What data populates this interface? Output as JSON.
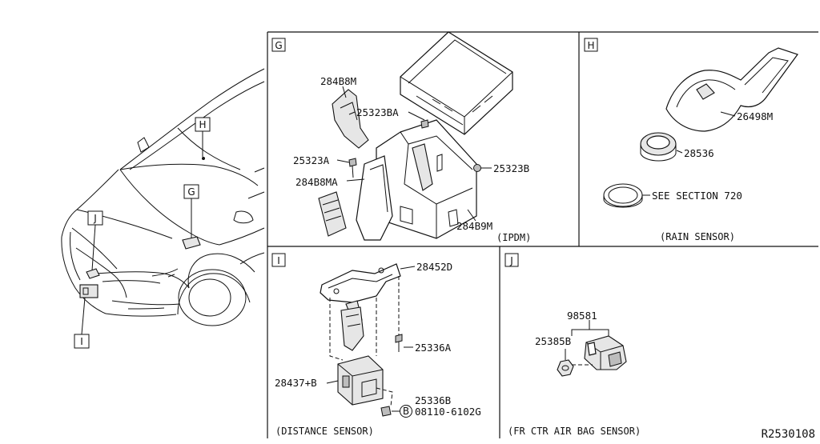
{
  "car": {
    "callouts": [
      "H",
      "G",
      "J",
      "I"
    ]
  },
  "panels": {
    "G": {
      "letter": "G",
      "caption": "(IPDM)",
      "parts": [
        "284B8M",
        "25323BA",
        "25323A",
        "284B8MA",
        "25323B",
        "284B9M"
      ]
    },
    "H": {
      "letter": "H",
      "caption": "(RAIN SENSOR)",
      "parts": [
        "26498M",
        "28536",
        "SEE SECTION 720"
      ]
    },
    "I": {
      "letter": "I",
      "caption": "(DISTANCE SENSOR)",
      "parts": [
        "28452D",
        "25336A",
        "28437+B",
        "25336B",
        "08110-6102G"
      ],
      "bolt_marker": "B"
    },
    "J": {
      "letter": "J",
      "caption": "(FR CTR AIR BAG SENSOR)",
      "parts": [
        "98581",
        "25385B"
      ]
    }
  },
  "diagram_code": "R2530108"
}
